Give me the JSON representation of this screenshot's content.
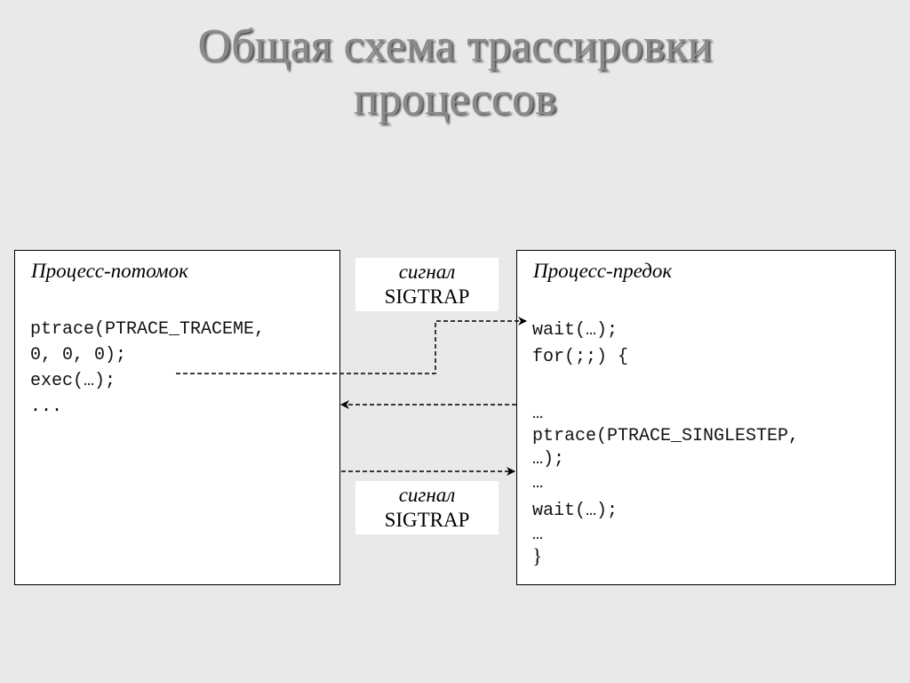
{
  "title": {
    "line1": "Общая схема трассировки",
    "line2": "процессов"
  },
  "child": {
    "title": "Процесс-потомок",
    "lines": [
      "ptrace(PTRACE_TRACEME,",
      "0, 0, 0);",
      "exec(…);",
      "..."
    ]
  },
  "parent": {
    "title": "Процесс-предок",
    "lines": [
      "wait(…);",
      "for(;;) {",
      "…",
      "ptrace(PTRACE_SINGLESTEP,",
      "…);",
      "…",
      "wait(…);",
      "…",
      "}"
    ]
  },
  "signal_top": {
    "word": "сигнал",
    "name": "SIGTRAP"
  },
  "signal_bottom": {
    "word": "сигнал",
    "name": "SIGTRAP"
  },
  "colors": {
    "background": "#e9e9e9",
    "title": "#8a8a8a",
    "box": "#ffffff",
    "line": "#000000"
  }
}
